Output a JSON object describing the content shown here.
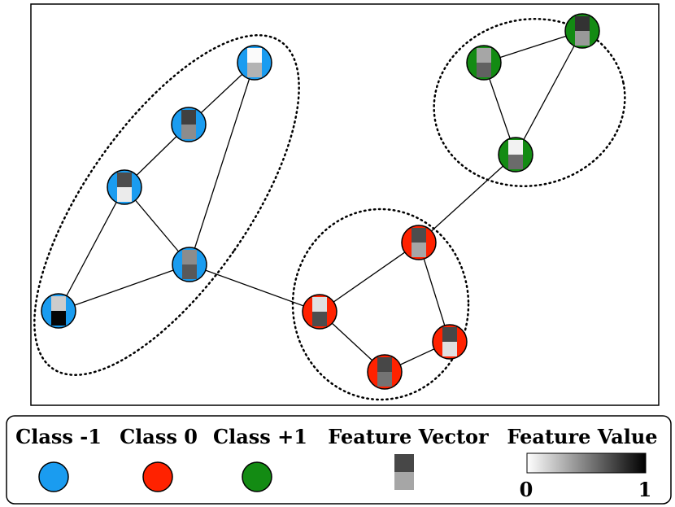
{
  "colors": {
    "class_neg1": "#1a9cf0",
    "class_0": "#ff2200",
    "class_pos1": "#138b13",
    "frame": "#000000",
    "edge": "#000000",
    "cluster_outline": "#000000"
  },
  "legend": {
    "class_neg1_label": "Class -1",
    "class_0_label": "Class 0",
    "class_pos1_label": "Class +1",
    "feature_vector_label": "Feature Vector",
    "feature_value_label": "Feature Value",
    "scale_min": "0",
    "scale_max": "1",
    "feature_vector_example": [
      0.72,
      0.35
    ]
  },
  "nodes": [
    {
      "id": "b1",
      "class": "class_neg1",
      "features": [
        0.02,
        0.3
      ]
    },
    {
      "id": "b2",
      "class": "class_neg1",
      "features": [
        0.75,
        0.45
      ]
    },
    {
      "id": "b3",
      "class": "class_neg1",
      "features": [
        0.7,
        0.08
      ]
    },
    {
      "id": "b4",
      "class": "class_neg1",
      "features": [
        0.45,
        0.65
      ]
    },
    {
      "id": "b5",
      "class": "class_neg1",
      "features": [
        0.2,
        0.98
      ]
    },
    {
      "id": "r1",
      "class": "class_0",
      "features": [
        0.7,
        0.35
      ]
    },
    {
      "id": "r2",
      "class": "class_0",
      "features": [
        0.12,
        0.7
      ]
    },
    {
      "id": "r3",
      "class": "class_0",
      "features": [
        0.72,
        0.12
      ]
    },
    {
      "id": "r4",
      "class": "class_0",
      "features": [
        0.72,
        0.55
      ]
    },
    {
      "id": "g1",
      "class": "class_pos1",
      "features": [
        0.35,
        0.62
      ]
    },
    {
      "id": "g2",
      "class": "class_pos1",
      "features": [
        0.8,
        0.4
      ]
    },
    {
      "id": "g3",
      "class": "class_pos1",
      "features": [
        0.05,
        0.58
      ]
    }
  ],
  "edges": [
    [
      "b1",
      "b2"
    ],
    [
      "b2",
      "b3"
    ],
    [
      "b1",
      "b4"
    ],
    [
      "b3",
      "b4"
    ],
    [
      "b3",
      "b5"
    ],
    [
      "b4",
      "b5"
    ],
    [
      "b4",
      "r2"
    ],
    [
      "r2",
      "r1"
    ],
    [
      "r2",
      "r4"
    ],
    [
      "r1",
      "r3"
    ],
    [
      "r3",
      "r4"
    ],
    [
      "r1",
      "g3"
    ],
    [
      "g1",
      "g2"
    ],
    [
      "g1",
      "g3"
    ],
    [
      "g2",
      "g3"
    ]
  ]
}
